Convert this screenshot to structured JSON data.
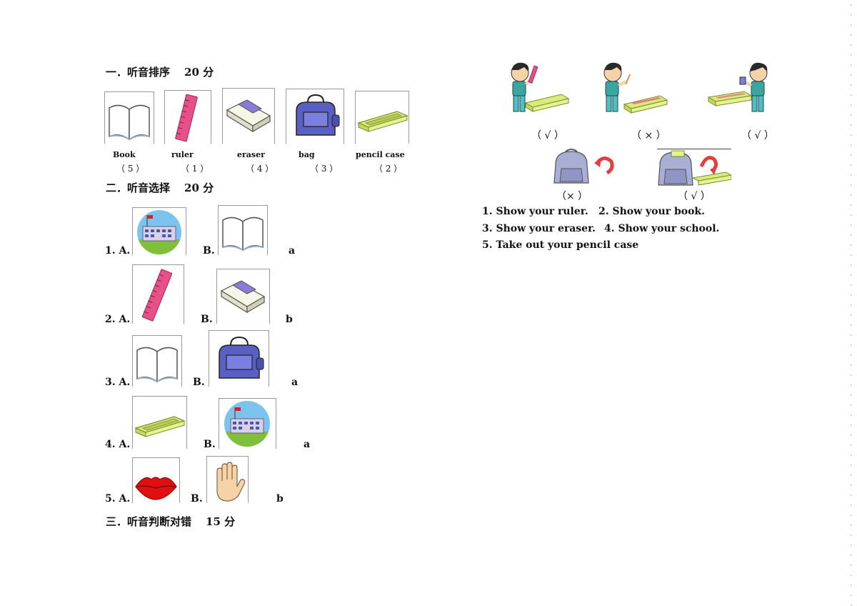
{
  "section1": {
    "title": "一．听音排序",
    "score": "20 分",
    "items": [
      {
        "label": "Book",
        "answer": "（ 5  ）",
        "icon": "book-icon"
      },
      {
        "label": "ruler",
        "answer": "（ 1  ）",
        "icon": "ruler-icon"
      },
      {
        "label": "eraser",
        "answer": "（ 4  ）",
        "icon": "eraser-icon"
      },
      {
        "label": "bag",
        "answer": "（ 3  ）",
        "icon": "bag-icon"
      },
      {
        "label": "pencil case",
        "answer": "（  2 ）",
        "icon": "pencil-case-icon"
      }
    ]
  },
  "section2": {
    "title": "二．听音选择",
    "score": "20 分",
    "questions": [
      {
        "num": "1. A.",
        "b": "B.",
        "answer": "a",
        "a_icon": "school-icon",
        "b_icon": "book-icon"
      },
      {
        "num": "2. A.",
        "b": "B.",
        "answer": "b",
        "a_icon": "ruler-icon",
        "b_icon": "eraser-icon"
      },
      {
        "num": "3. A.",
        "b": "B.",
        "answer": "a",
        "a_icon": "book-icon",
        "b_icon": "bag-icon"
      },
      {
        "num": "4. A.",
        "b": "B.",
        "answer": "a",
        "a_icon": "pencil-case-icon",
        "b_icon": "school-icon"
      },
      {
        "num": "5. A.",
        "b": "B.",
        "answer": "b",
        "a_icon": "lips-icon",
        "b_icon": "hand-icon"
      }
    ]
  },
  "section3": {
    "title": "三．听音判断对错",
    "score": "15 分",
    "judgments": [
      "（ √ ）",
      "（  ×  ）",
      "（  √  ）",
      "（× ）",
      "（ √  ）"
    ],
    "sentences": [
      "1. Show your ruler.",
      "2. Show your book.",
      "3. Show your eraser.",
      "4. Show your school.",
      "5. Take out your pencil case"
    ]
  },
  "colors": {
    "ruler": "#e8508a",
    "bag": "#5a5fc4",
    "pencil_case": "#d8ec7a",
    "eraser_band": "#8b7ad6",
    "lips": "#e01010"
  }
}
